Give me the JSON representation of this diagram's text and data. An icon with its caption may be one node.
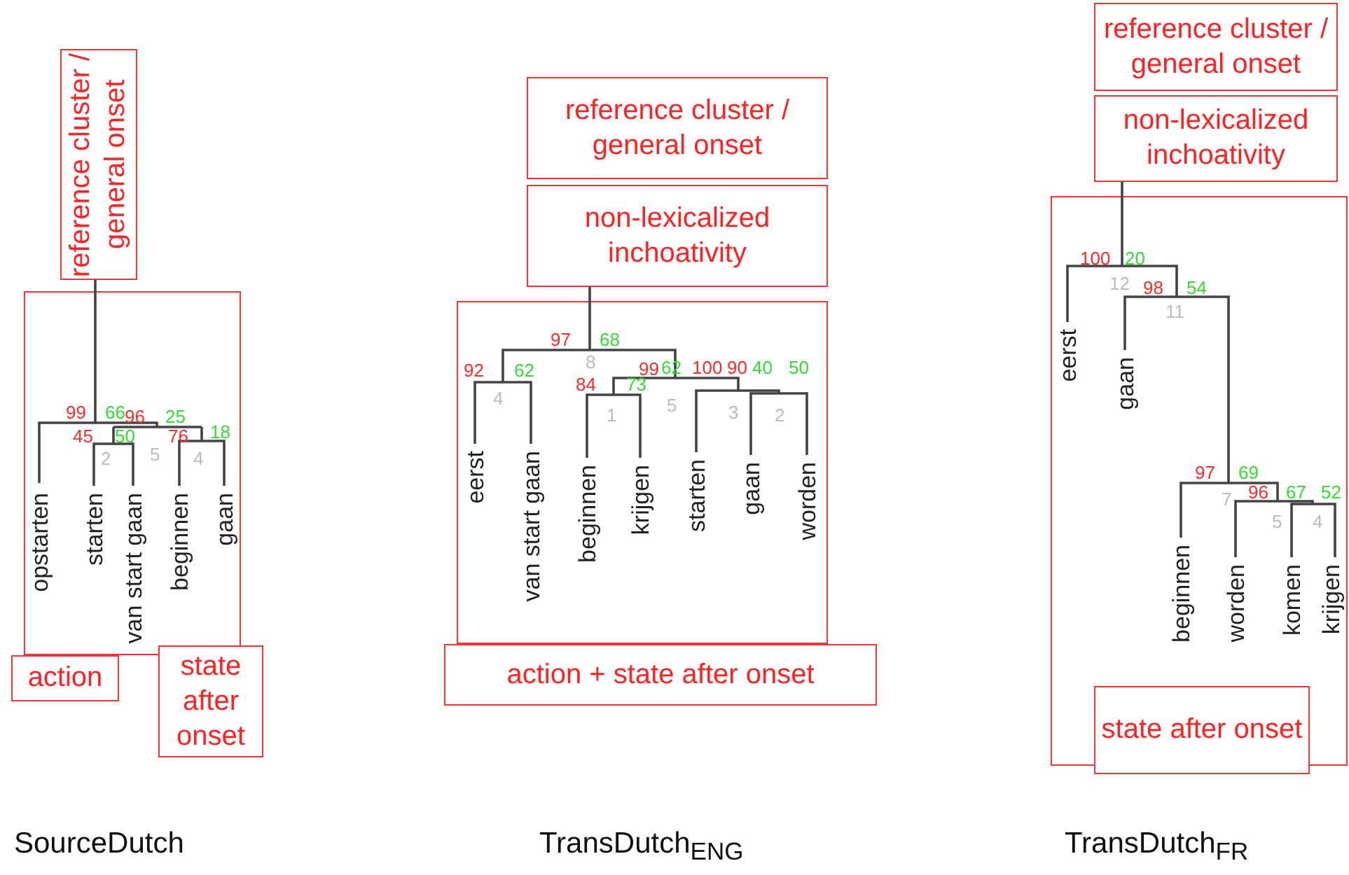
{
  "diagram": {
    "nodes": [
      {
        "text": [
          "reference cluster / general onset"
        ]
      },
      {
        "text": [],
        "shape": "box"
      },
      {
        "text": [
          "action"
        ]
      },
      {
        "text": [
          "state after onset"
        ]
      },
      {
        "text": [
          "reference cluster / general onset"
        ]
      },
      {
        "text": [
          "non-lexicalized inchoativity"
        ]
      },
      {
        "text": [],
        "shape": "box"
      },
      {
        "text": [
          "action + state after onset"
        ]
      },
      {
        "text": [
          "reference cluster / general onset"
        ]
      },
      {
        "text": [
          "non-lexicalized inchoativity"
        ]
      },
      {
        "text": [],
        "shape": "box"
      },
      {
        "text": [
          "state after onset"
        ]
      }
    ],
    "labels": [
      "99",
      "66",
      "96",
      "25",
      "45",
      "50",
      "76",
      "18",
      "2",
      "5",
      "4",
      "opstarten",
      "starten",
      "van start gaan",
      "beginnen",
      "gaan",
      "SourceDutch",
      "97",
      "68",
      "8",
      "92",
      "62",
      "4",
      "99",
      "62",
      "5",
      "84",
      "73",
      "1",
      "100",
      "3",
      "90",
      "40",
      "50",
      "2",
      "eerst",
      "van start gaan",
      "beginnen",
      "krijgen",
      "starten",
      "gaan",
      "worden",
      "TransDutch$_{ENG}$",
      "100",
      "20",
      "12",
      "98",
      "54",
      "11",
      "97",
      "69",
      "7",
      "96",
      "67",
      "5",
      "4",
      "52",
      "eerst",
      "gaan",
      "beginnen",
      "worden",
      "komen",
      "krijgen",
      "TransDutch$_{FR}$"
    ]
  }
}
